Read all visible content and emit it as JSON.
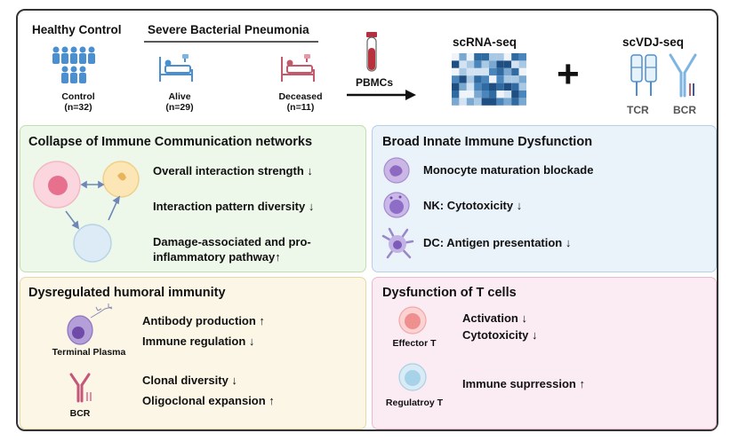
{
  "header": {
    "healthy_control": "Healthy Control",
    "severe_pneumonia": "Severe Bacterial Pneumonia",
    "groups": [
      {
        "label": "Control",
        "n": "(n=32)"
      },
      {
        "label": "Alive",
        "n": "(n=29)"
      },
      {
        "label": "Deceased",
        "n": "(n=11)"
      }
    ],
    "pbmcs": "PBMCs",
    "scrna": "scRNA-seq",
    "plus": "+",
    "scvdj": "scVDJ-seq",
    "tcr": "TCR",
    "bcr": "BCR"
  },
  "panels": {
    "communication": {
      "title": "Collapse of Immune Communication networks",
      "items": [
        "Overall interaction strength ↓",
        "Interaction pattern diversity ↓",
        "Damage-associated and pro-",
        "inflammatory pathway↑"
      ]
    },
    "innate": {
      "title": "Broad Innate Immune Dysfunction",
      "items": [
        "Monocyte maturation blockade",
        "NK: Cytotoxicity ↓",
        "DC: Antigen presentation ↓"
      ]
    },
    "humoral": {
      "title": "Dysregulated humoral immunity",
      "cell_labels": [
        "Terminal Plasma",
        "BCR"
      ],
      "items": [
        "Antibody production ↑",
        "Immune regulation ↓",
        "Clonal diversity ↓",
        "Oligoclonal expansion ↑"
      ]
    },
    "tcells": {
      "title": "Dysfunction of T cells",
      "cell_labels": [
        "Effector  T",
        "Regulatroy T"
      ],
      "items": [
        "Activation ↓",
        "Cytotoxicity ↓",
        "Immune suprression ↑"
      ]
    }
  },
  "colors": {
    "people": "#4a8fd0",
    "patient_alive": "#4a8fd0",
    "patient_deceased": "#c25a6b",
    "heatmap": "#2f6aa0",
    "green_panel": "#eef8ea",
    "blue_panel": "#eaf2fa",
    "yellow_panel": "#fbf6e6",
    "pink_panel": "#fbecf3"
  }
}
